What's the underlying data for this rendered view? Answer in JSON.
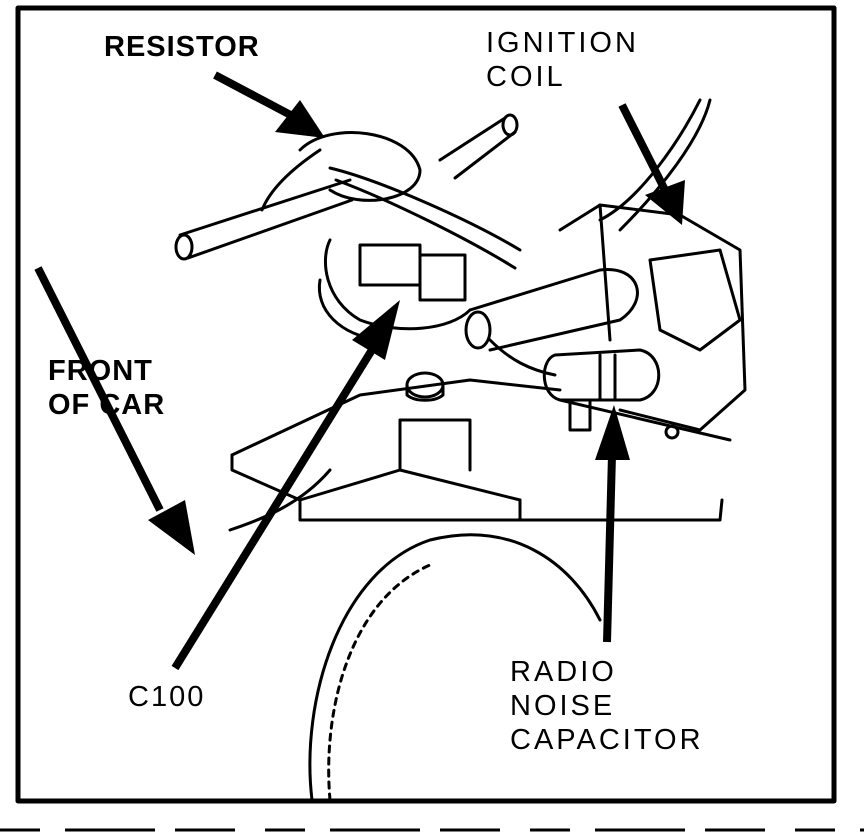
{
  "labels": {
    "resistor": "RESISTOR",
    "ignition_coil": [
      "IGNITION",
      "COIL"
    ],
    "front_of_car": [
      "FRONT",
      "OF CAR"
    ],
    "c100": "C100",
    "radio_noise_capacitor": [
      "RADIO",
      "NOISE",
      "CAPACITOR"
    ]
  },
  "colors": {
    "ink": "#000000",
    "paper": "#ffffff"
  }
}
